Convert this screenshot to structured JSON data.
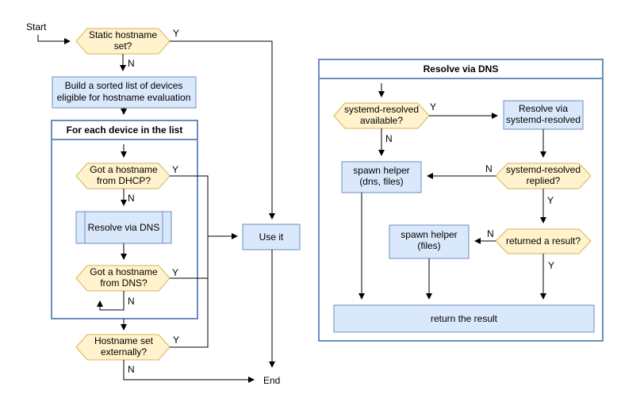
{
  "labels": {
    "start": "Start",
    "end": "End",
    "yes": "Y",
    "no": "N"
  },
  "left": {
    "static_hostname": [
      "Static hostname",
      "set?"
    ],
    "build_list": [
      "Build a sorted list of devices",
      "eligible for hostname evaluation"
    ],
    "loop_title": "For each device in the list",
    "got_dhcp": [
      "Got a hostname",
      "from DHCP?"
    ],
    "resolve_dns": "Resolve via DNS",
    "got_dns": [
      "Got a hostname",
      "from DNS?"
    ],
    "set_externally": [
      "Hostname set",
      "externally?"
    ],
    "use_it": "Use it"
  },
  "right": {
    "title": "Resolve via DNS",
    "resolved_available": [
      "systemd-resolved",
      "available?"
    ],
    "resolve_via_resolved": [
      "Resolve via",
      "systemd-resolved"
    ],
    "spawn_dns_files": [
      "spawn helper",
      "(dns, files)"
    ],
    "resolved_replied": [
      "systemd-resolved",
      "replied?"
    ],
    "spawn_files": [
      "spawn helper",
      "(files)"
    ],
    "returned_result": "returned a result?",
    "return_result": "return the result"
  },
  "colors": {
    "process_fill": "#dae8fc",
    "process_stroke": "#6c8ebf",
    "decision_fill": "#fff2cc",
    "decision_stroke": "#d6b656"
  }
}
